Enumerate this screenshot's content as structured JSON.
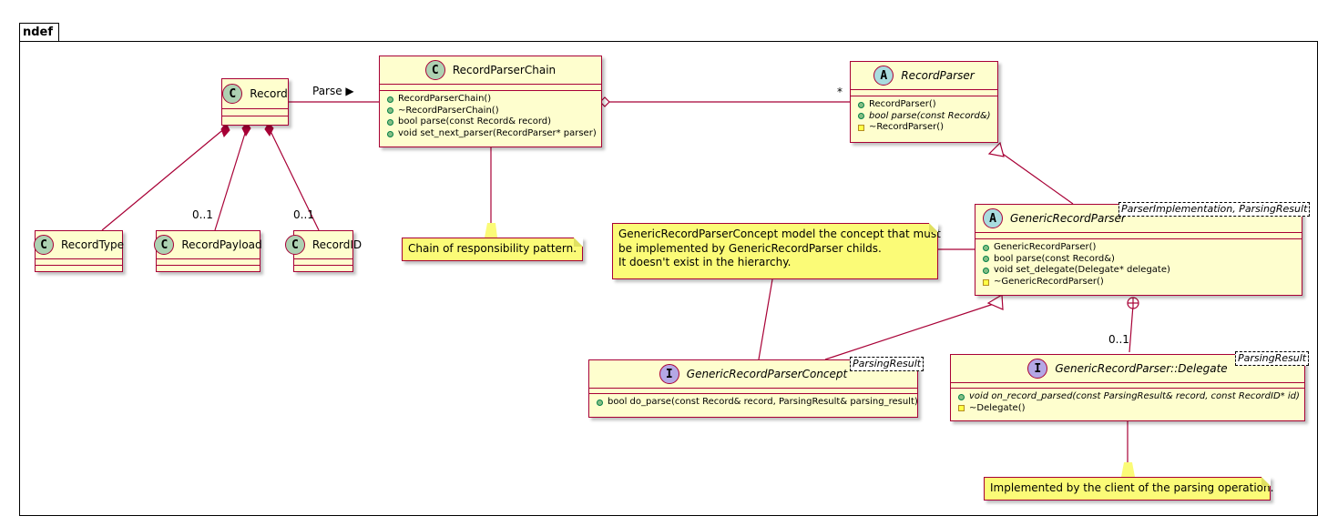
{
  "package": {
    "name": "ndef"
  },
  "classes": {
    "record": {
      "stereotype": "C",
      "name": "Record",
      "members": []
    },
    "record_type": {
      "stereotype": "C",
      "name": "RecordType",
      "members": []
    },
    "record_payload": {
      "stereotype": "C",
      "name": "RecordPayload",
      "members": []
    },
    "record_id": {
      "stereotype": "C",
      "name": "RecordID",
      "members": []
    },
    "record_parser_chain": {
      "stereotype": "C",
      "name": "RecordParserChain",
      "members": [
        "RecordParserChain()",
        "~RecordParserChain()",
        "bool parse(const Record& record)",
        "void set_next_parser(RecordParser* parser)"
      ]
    },
    "record_parser": {
      "stereotype": "A",
      "name": "RecordParser",
      "members": [
        "RecordParser()",
        "bool parse(const Record&)",
        "~RecordParser()"
      ]
    },
    "generic_record_parser": {
      "stereotype": "A",
      "name": "GenericRecordParser",
      "template_params": "ParserImplementation, ParsingResult",
      "members": [
        "GenericRecordParser()",
        "bool parse(const Record&)",
        "void set_delegate(Delegate* delegate)",
        "~GenericRecordParser()"
      ]
    },
    "generic_record_parser_concept": {
      "stereotype": "I",
      "name": "GenericRecordParserConcept",
      "template_params": "ParsingResult",
      "members": [
        "bool do_parse(const Record& record, ParsingResult& parsing_result)"
      ]
    },
    "delegate": {
      "stereotype": "I",
      "name": "GenericRecordParser::Delegate",
      "template_params": "ParsingResult",
      "members": [
        "void on_record_parsed(const ParsingResult& record, const RecordID* id)",
        "~Delegate()"
      ]
    }
  },
  "notes": {
    "chain_note": "Chain of responsibility pattern.",
    "concept_note": {
      "line1": "GenericRecordParserConcept model the concept that must",
      "line2": "be implemented by GenericRecordParser childs.",
      "line3": "It doesn't exist in the hierarchy."
    },
    "delegate_note": "Implemented by the client of the parsing operation."
  },
  "edge_labels": {
    "parse": "Parse ▶",
    "payload_mult": "0..1",
    "id_mult": "0..1",
    "parser_mult": "*",
    "delegate_mult": "0..1"
  },
  "colors": {
    "class_fill": "#FEFECE",
    "class_border": "#A80036",
    "note_fill": "#FBFB77",
    "class_circle": "#ADD1B2",
    "abstract_circle": "#A9DCDF",
    "interface_circle": "#B4A7E5"
  }
}
